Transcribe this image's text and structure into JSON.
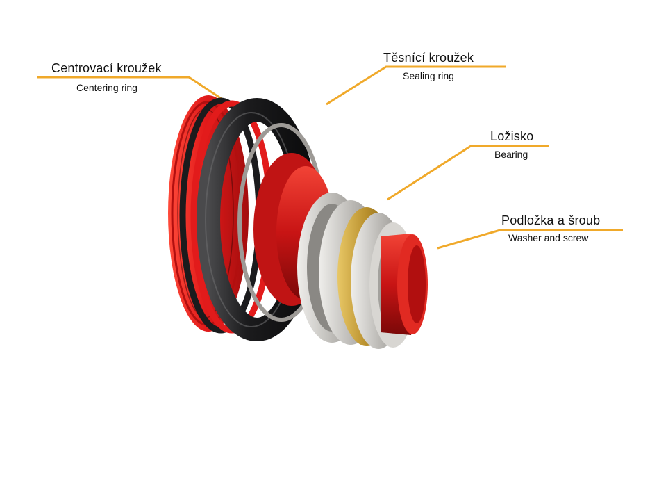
{
  "colors": {
    "leader": "#f0a92a",
    "red": "#e21b1b",
    "dark_red": "#8e0b0b",
    "rubber": "#1c1c1e",
    "steel": "#c9c7c3",
    "brass": "#c7a23c",
    "background": "#ffffff"
  },
  "callouts": {
    "centering": {
      "cz": "Centrovací kroužek",
      "en": "Centering ring"
    },
    "sealing": {
      "cz": "Těsnící kroužek",
      "en": "Sealing ring"
    },
    "bearing": {
      "cz": "Ložisko",
      "en": "Bearing"
    },
    "washer": {
      "cz": "Podložka a šroub",
      "en": "Washer and screw"
    }
  }
}
